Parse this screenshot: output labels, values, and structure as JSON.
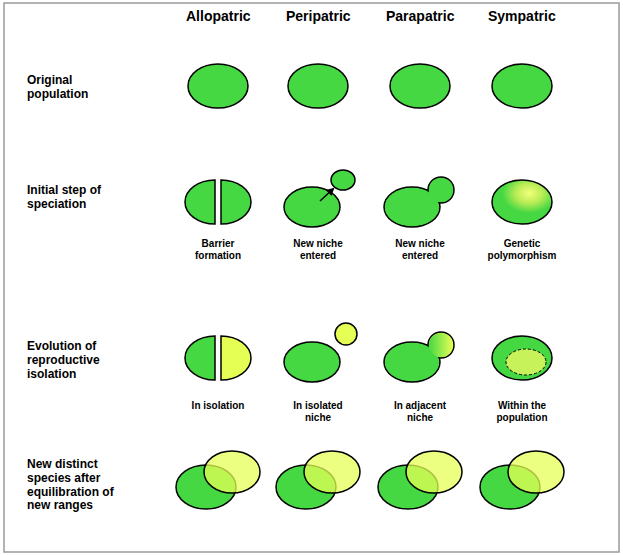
{
  "diagram": {
    "labels": [
      "Allopatric",
      "Peripatric",
      "Parapatric",
      "Sympatric",
      "Original population",
      "Initial step of speciation",
      "Evolution of reproductive isolation",
      "New distinct species after equilibration of new ranges",
      "Barrier formation",
      "New niche entered",
      "New niche entered",
      "Genetic polymorphism",
      "In isolation",
      "In isolated niche",
      "In adjacent niche",
      "Within the population"
    ]
  }
}
